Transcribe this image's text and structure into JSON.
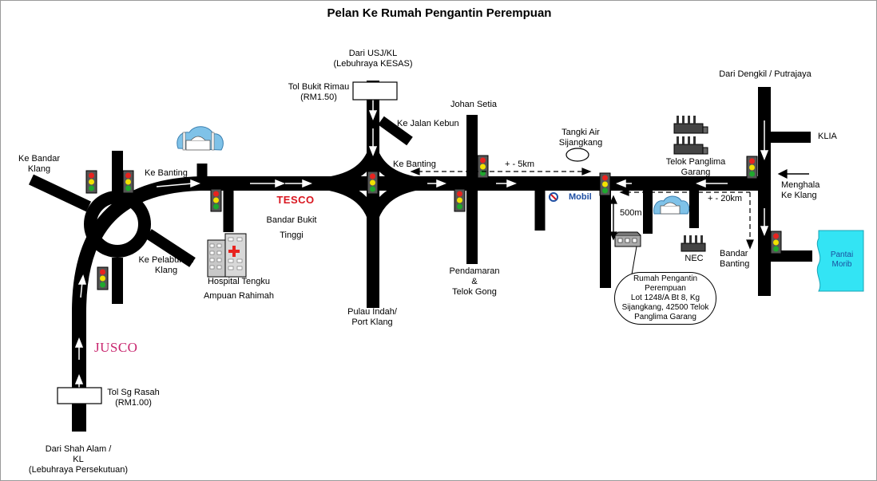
{
  "title": "Pelan Ke Rumah Pengantin  Perempuan",
  "labels": {
    "ke_bandar_klang": [
      "Ke Bandar",
      "Klang"
    ],
    "ke_banting_west": "Ke Banting",
    "ke_pelabuhan_klang": [
      "Ke Pelabuhan",
      "Klang"
    ],
    "dari_usj": [
      "Dari USJ/KL",
      "(Lebuhraya KESAS)"
    ],
    "tol_bukit_rimau": [
      "Tol Bukit Rimau",
      "(RM1.50)"
    ],
    "ke_jalan_kebun": "Ke Jalan Kebun",
    "ke_banting_mid": "Ke Banting",
    "johan_setia": "Johan Setia",
    "tangki_air": [
      "Tangki Air",
      "Sijangkang"
    ],
    "distance_5km": "+ - 5km",
    "dari_dengkil": "Dari Dengkil / Putrajaya",
    "klia": "KLIA",
    "telok_panglima": [
      "Telok Panglima",
      "Garang"
    ],
    "menghala": [
      "Menghala",
      "Ke Klang"
    ],
    "distance_20km": "+ - 20km",
    "distance_500m": "500m",
    "bandar_banting": [
      "Bandar",
      "Banting"
    ],
    "nec": "NEC",
    "pantai_morib": [
      "Pantai",
      "Morib"
    ],
    "bandar_bukit_tinggi": [
      "Bandar Bukit",
      "Tinggi"
    ],
    "hospital": [
      "Hospital Tengku",
      "Ampuan Rahimah"
    ],
    "pendamaran": [
      "Pendamaran",
      "&",
      "Telok Gong"
    ],
    "pulau_indah": [
      "Pulau Indah/",
      "Port Klang"
    ],
    "tol_sg_rasah": [
      "Tol Sg Rasah",
      "(RM1.00)"
    ],
    "dari_shah_alam": [
      "Dari Shah Alam /",
      "KL",
      "(Lebuhraya Persekutuan)"
    ]
  },
  "brands": {
    "tesco": "TESCO",
    "mobil": "Mobil",
    "jusco": "JUSCO"
  },
  "destination": {
    "lines": [
      "Rumah Pengantin",
      "Perempuan",
      "Lot 1248/A Bt 8, Kg",
      "Sijangkang, 42500 Telok",
      "Panglima Garang"
    ]
  },
  "colors": {
    "road": "#000000",
    "arrow": "#ffffff",
    "traffic_light_box": "#555555",
    "light_red": "#e8231f",
    "light_yellow": "#f2e200",
    "light_green": "#1fa82e",
    "sea": "#33e4f4",
    "tesco": "#d9161f",
    "jusco": "#c8256e",
    "mobil": "#1f4fa3"
  },
  "icons": [
    "traffic-light-icon",
    "mosque-icon",
    "hospital-icon",
    "factory-icon",
    "house-icon",
    "mobil-logo-icon",
    "toll-booth-icon",
    "sea-icon"
  ]
}
